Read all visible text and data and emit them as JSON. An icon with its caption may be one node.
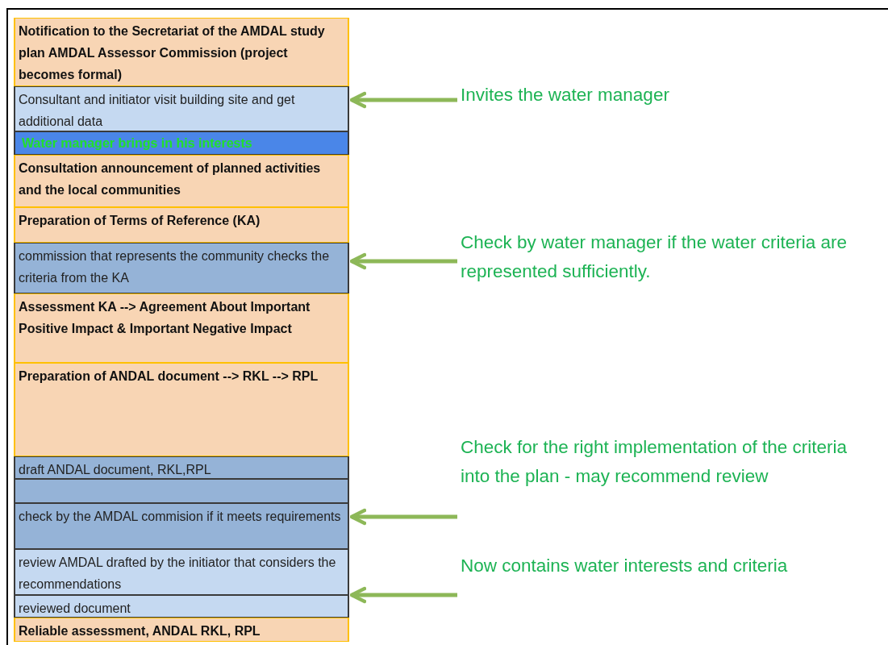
{
  "diagram": {
    "nodes": [
      {
        "text": [
          "Notification to the Secretariat of the AMDAL study plan AMDAL Assessor Commission (project becomes formal)"
        ]
      },
      {
        "text": [
          "Consultant and initiator visit building site and get additional data"
        ]
      },
      {
        "text": [
          "Water manager brings in his interests"
        ]
      },
      {
        "text": [
          "Consultation announcement of planned activities and the local communities"
        ]
      },
      {
        "text": [
          "Preparation of Terms of Reference (KA)"
        ]
      },
      {
        "text": [
          "commission that represents the community checks the criteria from the KA"
        ]
      },
      {
        "text": [
          "Assessment KA --> Agreement About Important Positive Impact & Important Negative Impact"
        ]
      },
      {
        "text": [
          "Preparation of ANDAL document --> RKL --> RPL"
        ]
      },
      {
        "text": [
          "draft ANDAL document, RKL,RPL"
        ]
      },
      {
        "text": [],
        "shape": "box"
      },
      {
        "text": [
          "check by the AMDAL commision if it meets requirements"
        ]
      },
      {
        "text": [
          "review AMDAL drafted by the initiator that considers the recommendations"
        ]
      },
      {
        "text": [
          "reviewed document"
        ]
      },
      {
        "text": [
          "Reliable assessment, ANDAL RKL, RPL"
        ]
      },
      {
        "text": [
          "Invites the water manager"
        ]
      },
      {
        "text": [
          "Check by water manager if the water criteria are represented sufficiently."
        ]
      },
      {
        "text": [
          "Check for the right implementation of the criteria into the plan - may recommend review"
        ]
      },
      {
        "text": [
          "Now contains water interests and criteria"
        ]
      }
    ],
    "edges": [
      {
        "from": 14,
        "to": 1,
        "arrow": "to"
      },
      {
        "from": 15,
        "to": 5,
        "arrow": "to"
      },
      {
        "from": 16,
        "to": 10,
        "arrow": "to"
      },
      {
        "from": 17,
        "to": 12,
        "arrow": "to"
      }
    ]
  }
}
